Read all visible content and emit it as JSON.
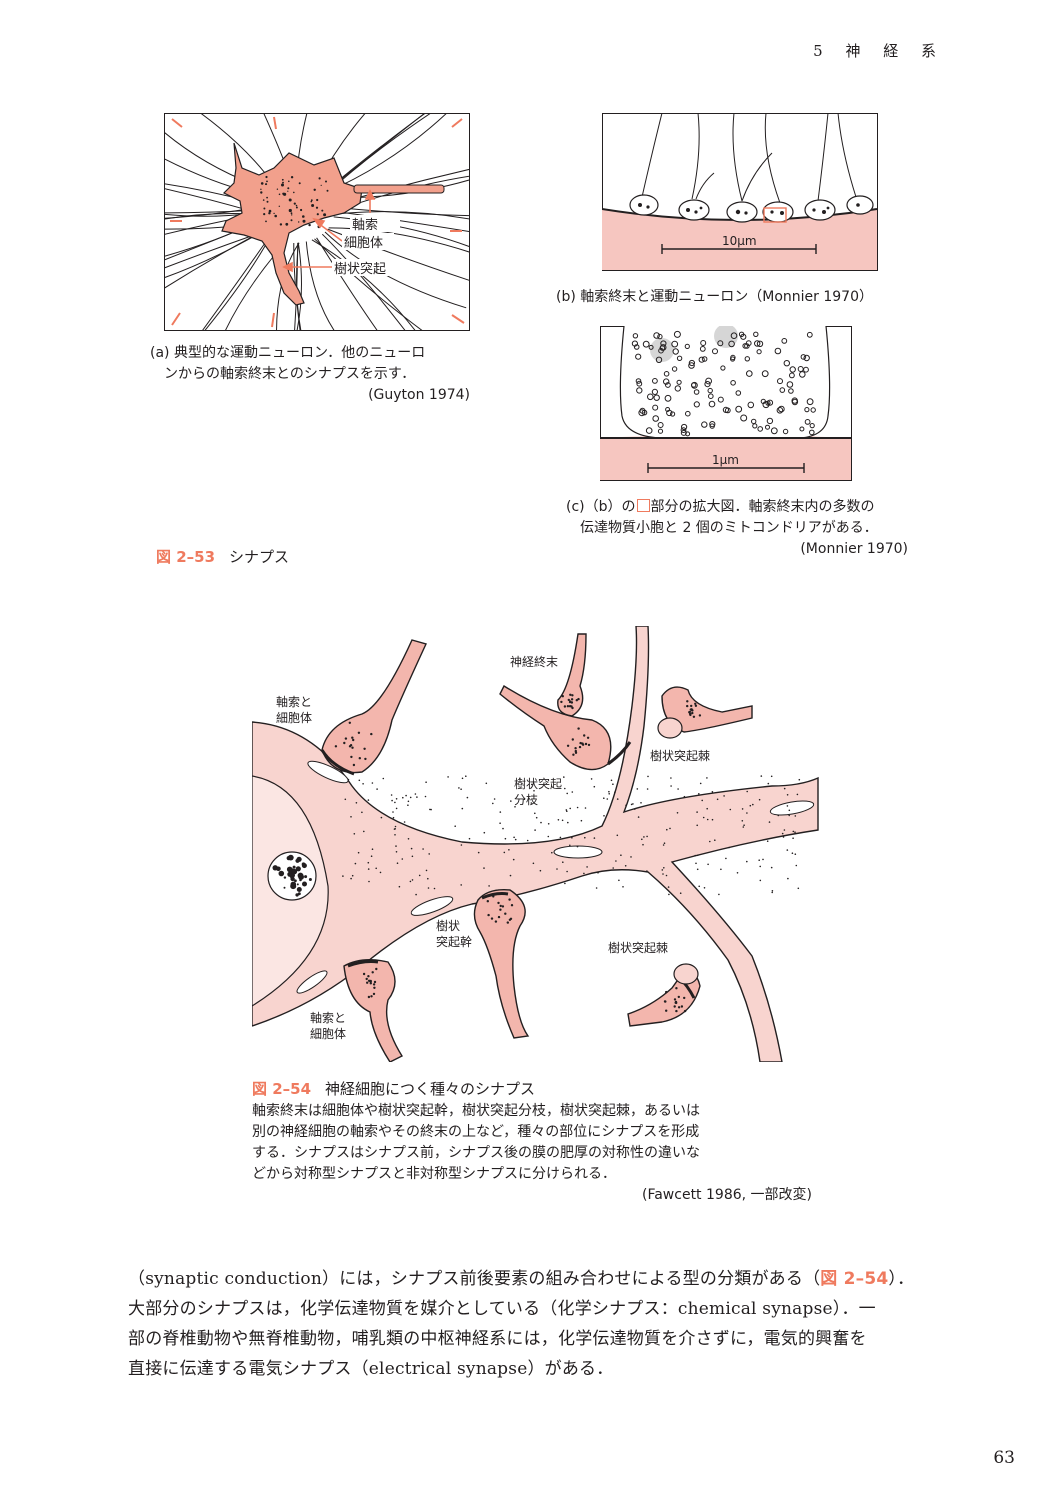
{
  "header": {
    "chapter": "5 神 経 系"
  },
  "page_number": "63",
  "colors": {
    "accent": "#ef7a5e",
    "tissue": "#f6c6c0",
    "text": "#231f20"
  },
  "fig53": {
    "num": "図 2–53",
    "title": "シナプス",
    "panel_a": {
      "labels": {
        "axon": "軸索",
        "cell_body": "細胞体",
        "dendrite": "樹状突起"
      },
      "caption_line1": "(a) 典型的な運動ニューロン．他のニューロ",
      "caption_line2": "ンからの軸索終末とのシナプスを示す．",
      "source": "(Guyton  1974)"
    },
    "panel_b": {
      "scale": "10μm",
      "caption": "(b) 軸索終末と運動ニューロン（Monnier  1970）"
    },
    "panel_c": {
      "scale": "1μm",
      "caption_line1_pre": "(c)（b）の",
      "caption_line1_post": "部分の拡大図．軸索終末内の多数の",
      "caption_line2": "伝達物質小胞と 2 個のミトコンドリアがある．",
      "source": "(Monnier  1970)"
    }
  },
  "fig54": {
    "num": "図 2–54",
    "title": "神経細胞につく種々のシナプス",
    "labels": {
      "axosomatic_top_1": "軸索と",
      "axosomatic_top_2": "細胞体",
      "nerve_terminal": "神経終末",
      "dendritic_spine_top": "樹状突起棘",
      "branch_1": "樹状突起",
      "branch_2": "分枝",
      "trunk_1": "樹状",
      "trunk_2": "突起幹",
      "dendritic_spine_bottom": "樹状突起棘",
      "axosomatic_bottom_1": "軸索と",
      "axosomatic_bottom_2": "細胞体"
    },
    "caption_lines": [
      "軸索終末は細胞体や樹状突起幹，樹状突起分枝，樹状突起棘，あるいは",
      "別の神経細胞の軸索やその終末の上など，種々の部位にシナプスを形成",
      "する．シナプスはシナプス前，シナプス後の膜の肥厚の対称性の違いな",
      "どから対称型シナプスと非対称型シナプスに分けられる．"
    ],
    "source": "(Fawcett  1986,  一部改変)"
  },
  "body": {
    "line1_a": "（synaptic conduction）には，シナプス前後要素の組み合わせによる型の分類がある（",
    "line1_ref": "図 2–54",
    "line1_b": "）．",
    "line2": "大部分のシナプスは，化学伝達物質を媒介としている（化学シナプス：chemical synapse）．一",
    "line3": "部の脊椎動物や無脊椎動物，哺乳類の中枢神経系には，化学伝達物質を介さずに，電気的興奮を",
    "line4": "直接に伝達する電気シナプス（electrical synapse）がある．"
  }
}
